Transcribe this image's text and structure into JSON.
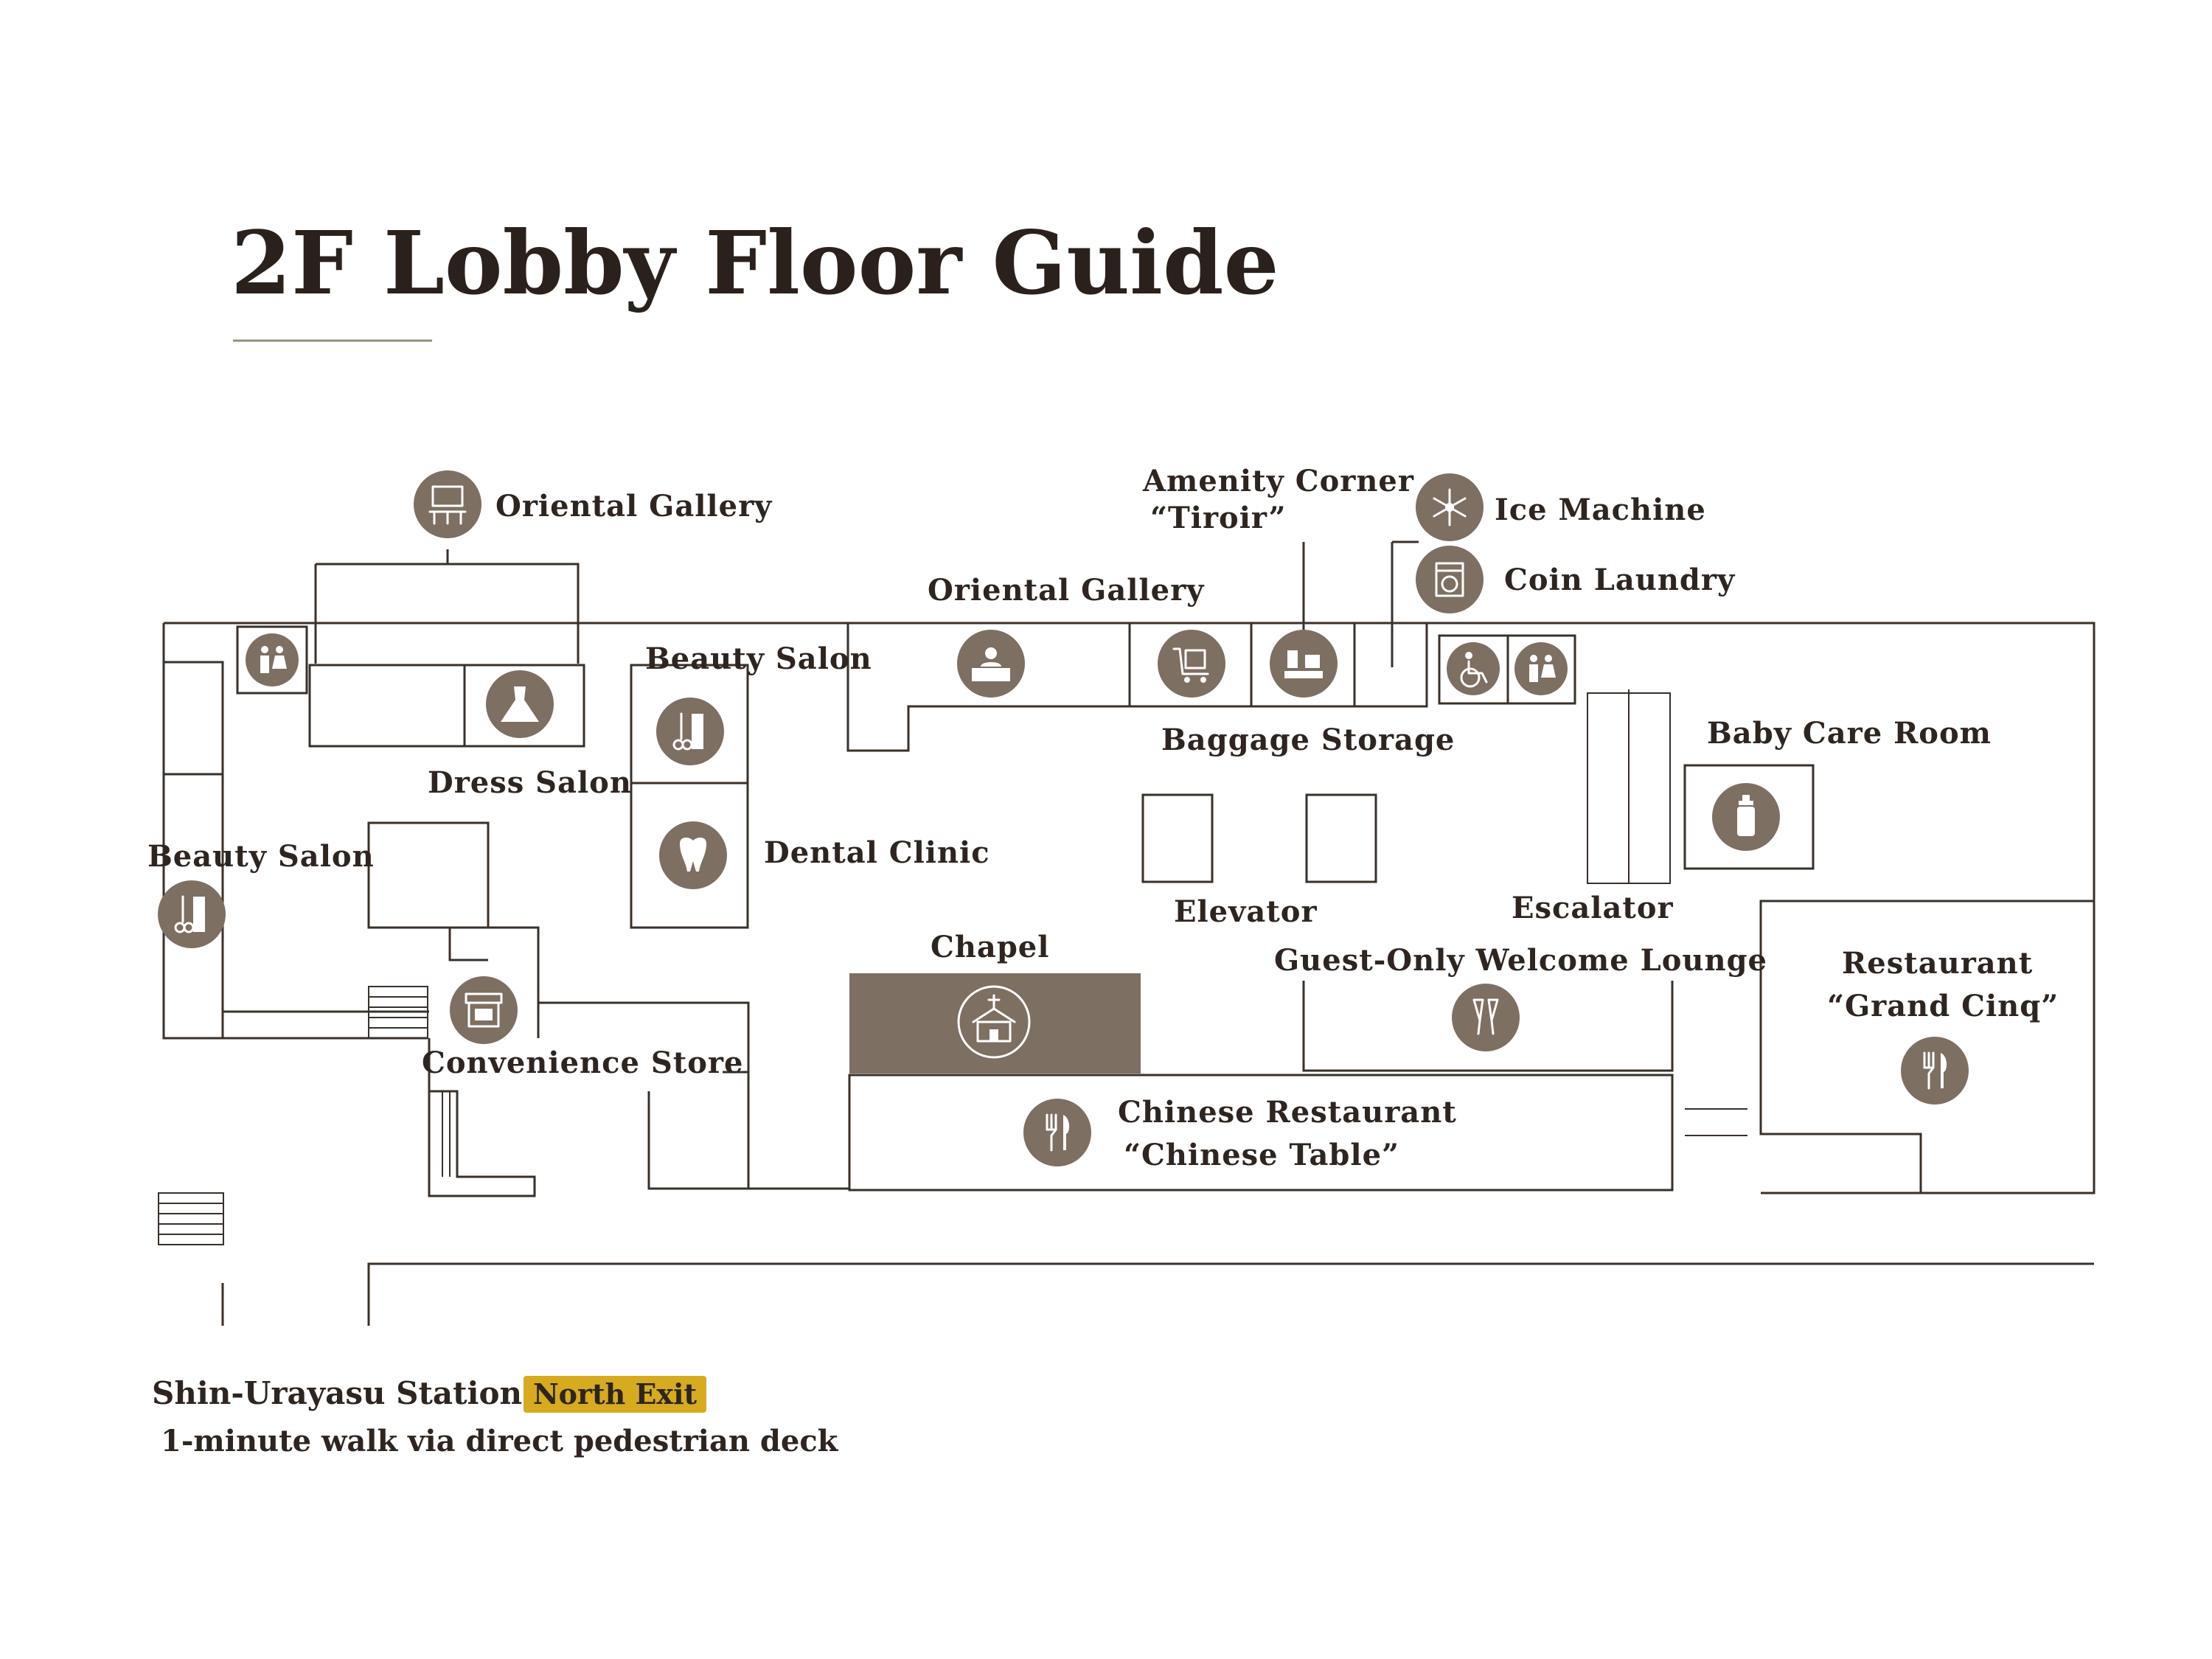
{
  "title": "2F Lobby Floor Guide",
  "colors": {
    "icon": "#7e6f63",
    "chapel_fill": "#7e6f63",
    "badge": "#d6ab1f",
    "text": "#2e2520"
  },
  "labels": {
    "oriental_gallery_1": "Oriental Gallery",
    "oriental_gallery_2": "Oriental Gallery",
    "amenity_corner_1": "Amenity Corner",
    "amenity_corner_2": "“Tiroir”",
    "ice_machine": "Ice Machine",
    "coin_laundry": "Coin Laundry",
    "beauty_salon_top": "Beauty Salon",
    "beauty_salon_left": "Beauty Salon",
    "dress_salon": "Dress Salon",
    "dental_clinic": "Dental Clinic",
    "baggage_storage": "Baggage Storage",
    "baby_care_room": "Baby Care Room",
    "elevator": "Elevator",
    "escalator": "Escalator",
    "chapel": "Chapel",
    "welcome_lounge": "Guest-Only Welcome Lounge",
    "restaurant_1": "Restaurant",
    "restaurant_2": "“Grand Cinq”",
    "convenience_store": "Convenience Store",
    "chinese_restaurant_1": "Chinese Restaurant",
    "chinese_restaurant_2": "“Chinese Table”"
  },
  "footer": {
    "station": "Shin-Urayasu Station",
    "exit_badge": "North Exit",
    "walk": "1-minute walk via direct pedestrian deck"
  },
  "icons": [
    "gallery-icon",
    "restroom-icon",
    "dress-icon",
    "beauty-salon-icon",
    "dental-icon",
    "front-desk-icon",
    "baggage-cart-icon",
    "amenity-icon",
    "ice-machine-icon",
    "coin-laundry-icon",
    "wheelchair-icon",
    "baby-bottle-icon",
    "chapel-icon",
    "champagne-icon",
    "restaurant-icon",
    "convenience-store-icon"
  ]
}
